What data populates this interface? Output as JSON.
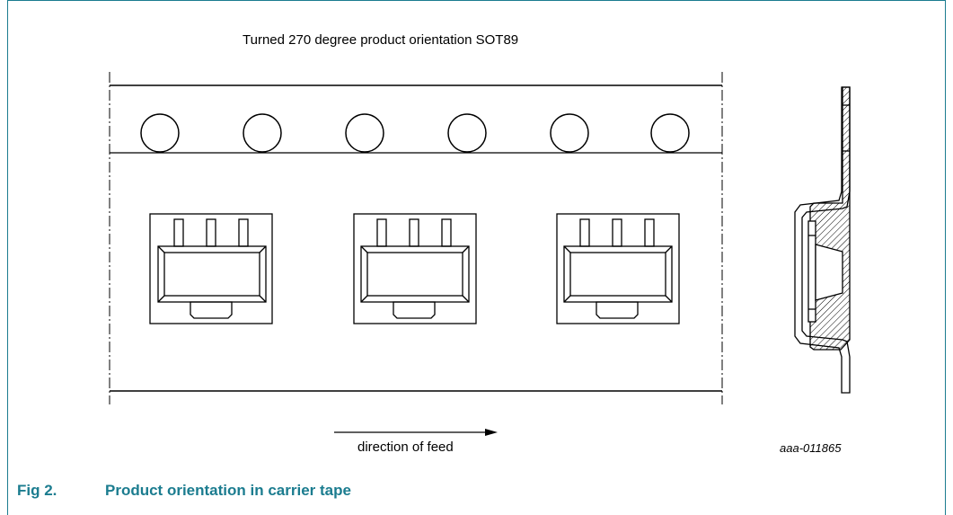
{
  "diagram": {
    "title": "Turned 270 degree product orientation SOT89",
    "feed_label": "direction of feed",
    "drawing_code": "aaa-011865",
    "line_color": "#000000",
    "accent_color": "#1b7c8f"
  },
  "caption": {
    "number": "Fig 2.",
    "text": "Product orientation in carrier tape"
  }
}
